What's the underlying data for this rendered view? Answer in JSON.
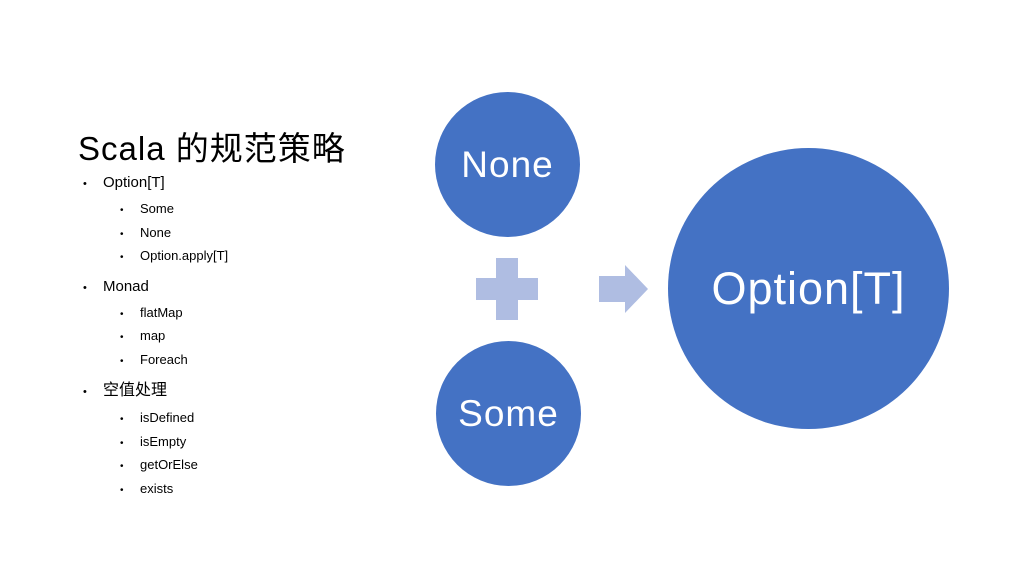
{
  "slide": {
    "title": "Scala 的规范策略",
    "bullet_char": "•",
    "outline": [
      {
        "label": "Option[T]",
        "children": [
          "Some",
          "None",
          "Option.apply[T]"
        ]
      },
      {
        "label": "Monad",
        "children": [
          "flatMap",
          "map",
          "Foreach"
        ]
      },
      {
        "label": "空值处理",
        "children": [
          "isDefined",
          "isEmpty",
          "getOrElse",
          "exists"
        ]
      }
    ]
  },
  "diagram": {
    "circles": {
      "none": "None",
      "some": "Some",
      "result": "Option[T]"
    },
    "icons": {
      "plus": "plus-icon",
      "arrow": "arrow-right-icon"
    },
    "colors": {
      "circle_fill": "#4472C4",
      "circle_text": "#FFFFFF",
      "connector_fill": "#AFBDE2",
      "background": "#FFFFFF",
      "text": "#000000"
    }
  }
}
